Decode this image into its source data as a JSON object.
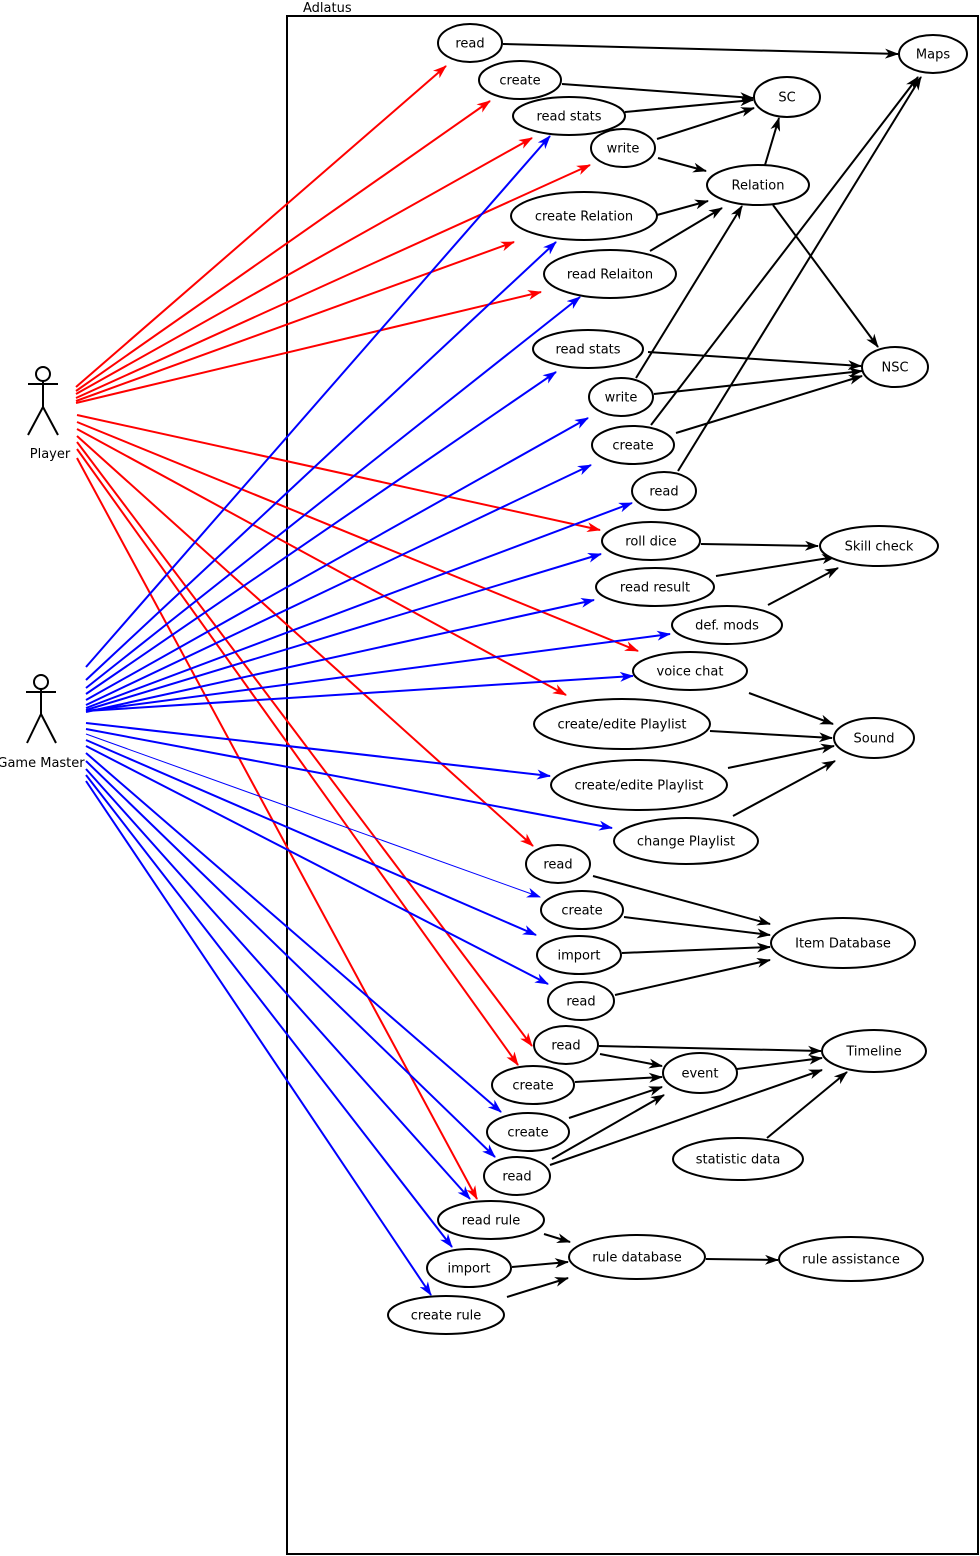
{
  "system": {
    "label": "Adlatus"
  },
  "colors": {
    "player": "#ff0000",
    "game_master": "#0000ff",
    "internal": "#000000"
  },
  "actors": [
    {
      "id": "player",
      "label": "Player"
    },
    {
      "id": "gm",
      "label": "Game Master"
    }
  ],
  "use_cases": [
    {
      "id": "read_maps",
      "label": "read"
    },
    {
      "id": "maps",
      "label": "Maps"
    },
    {
      "id": "create_sc",
      "label": "create"
    },
    {
      "id": "read_stats_sc",
      "label": "read stats"
    },
    {
      "id": "sc",
      "label": "SC"
    },
    {
      "id": "write_sc",
      "label": "write"
    },
    {
      "id": "relation",
      "label": "Relation"
    },
    {
      "id": "create_relation",
      "label": "create Relation"
    },
    {
      "id": "read_relation",
      "label": "read Relaiton"
    },
    {
      "id": "read_stats_nsc",
      "label": "read stats"
    },
    {
      "id": "nsc",
      "label": "NSC"
    },
    {
      "id": "write_nsc",
      "label": "write"
    },
    {
      "id": "create_nsc",
      "label": "create"
    },
    {
      "id": "read_nsc",
      "label": "read"
    },
    {
      "id": "roll_dice",
      "label": "roll dice"
    },
    {
      "id": "skill_check",
      "label": "Skill check"
    },
    {
      "id": "read_result",
      "label": "read result"
    },
    {
      "id": "def_mods",
      "label": "def. mods"
    },
    {
      "id": "voice_chat",
      "label": "voice chat"
    },
    {
      "id": "playlist_p",
      "label": "create/edite Playlist"
    },
    {
      "id": "sound",
      "label": "Sound"
    },
    {
      "id": "playlist_gm",
      "label": "create/edite Playlist"
    },
    {
      "id": "change_playlist",
      "label": "change Playlist"
    },
    {
      "id": "read_item_p",
      "label": "read"
    },
    {
      "id": "create_item",
      "label": "create"
    },
    {
      "id": "item_db",
      "label": "Item Database"
    },
    {
      "id": "import_item",
      "label": "import"
    },
    {
      "id": "read_item_gm",
      "label": "read"
    },
    {
      "id": "read_tl_p",
      "label": "read"
    },
    {
      "id": "timeline",
      "label": "Timeline"
    },
    {
      "id": "create_ev_p",
      "label": "create"
    },
    {
      "id": "event",
      "label": "event"
    },
    {
      "id": "create_ev_gm",
      "label": "create"
    },
    {
      "id": "statistic",
      "label": "statistic data"
    },
    {
      "id": "read_tl_gm",
      "label": "read"
    },
    {
      "id": "read_rule",
      "label": "read rule"
    },
    {
      "id": "rule_db",
      "label": "rule database"
    },
    {
      "id": "rule_assist",
      "label": "rule assistance"
    },
    {
      "id": "import_rule",
      "label": "import"
    },
    {
      "id": "create_rule",
      "label": "create rule"
    }
  ]
}
